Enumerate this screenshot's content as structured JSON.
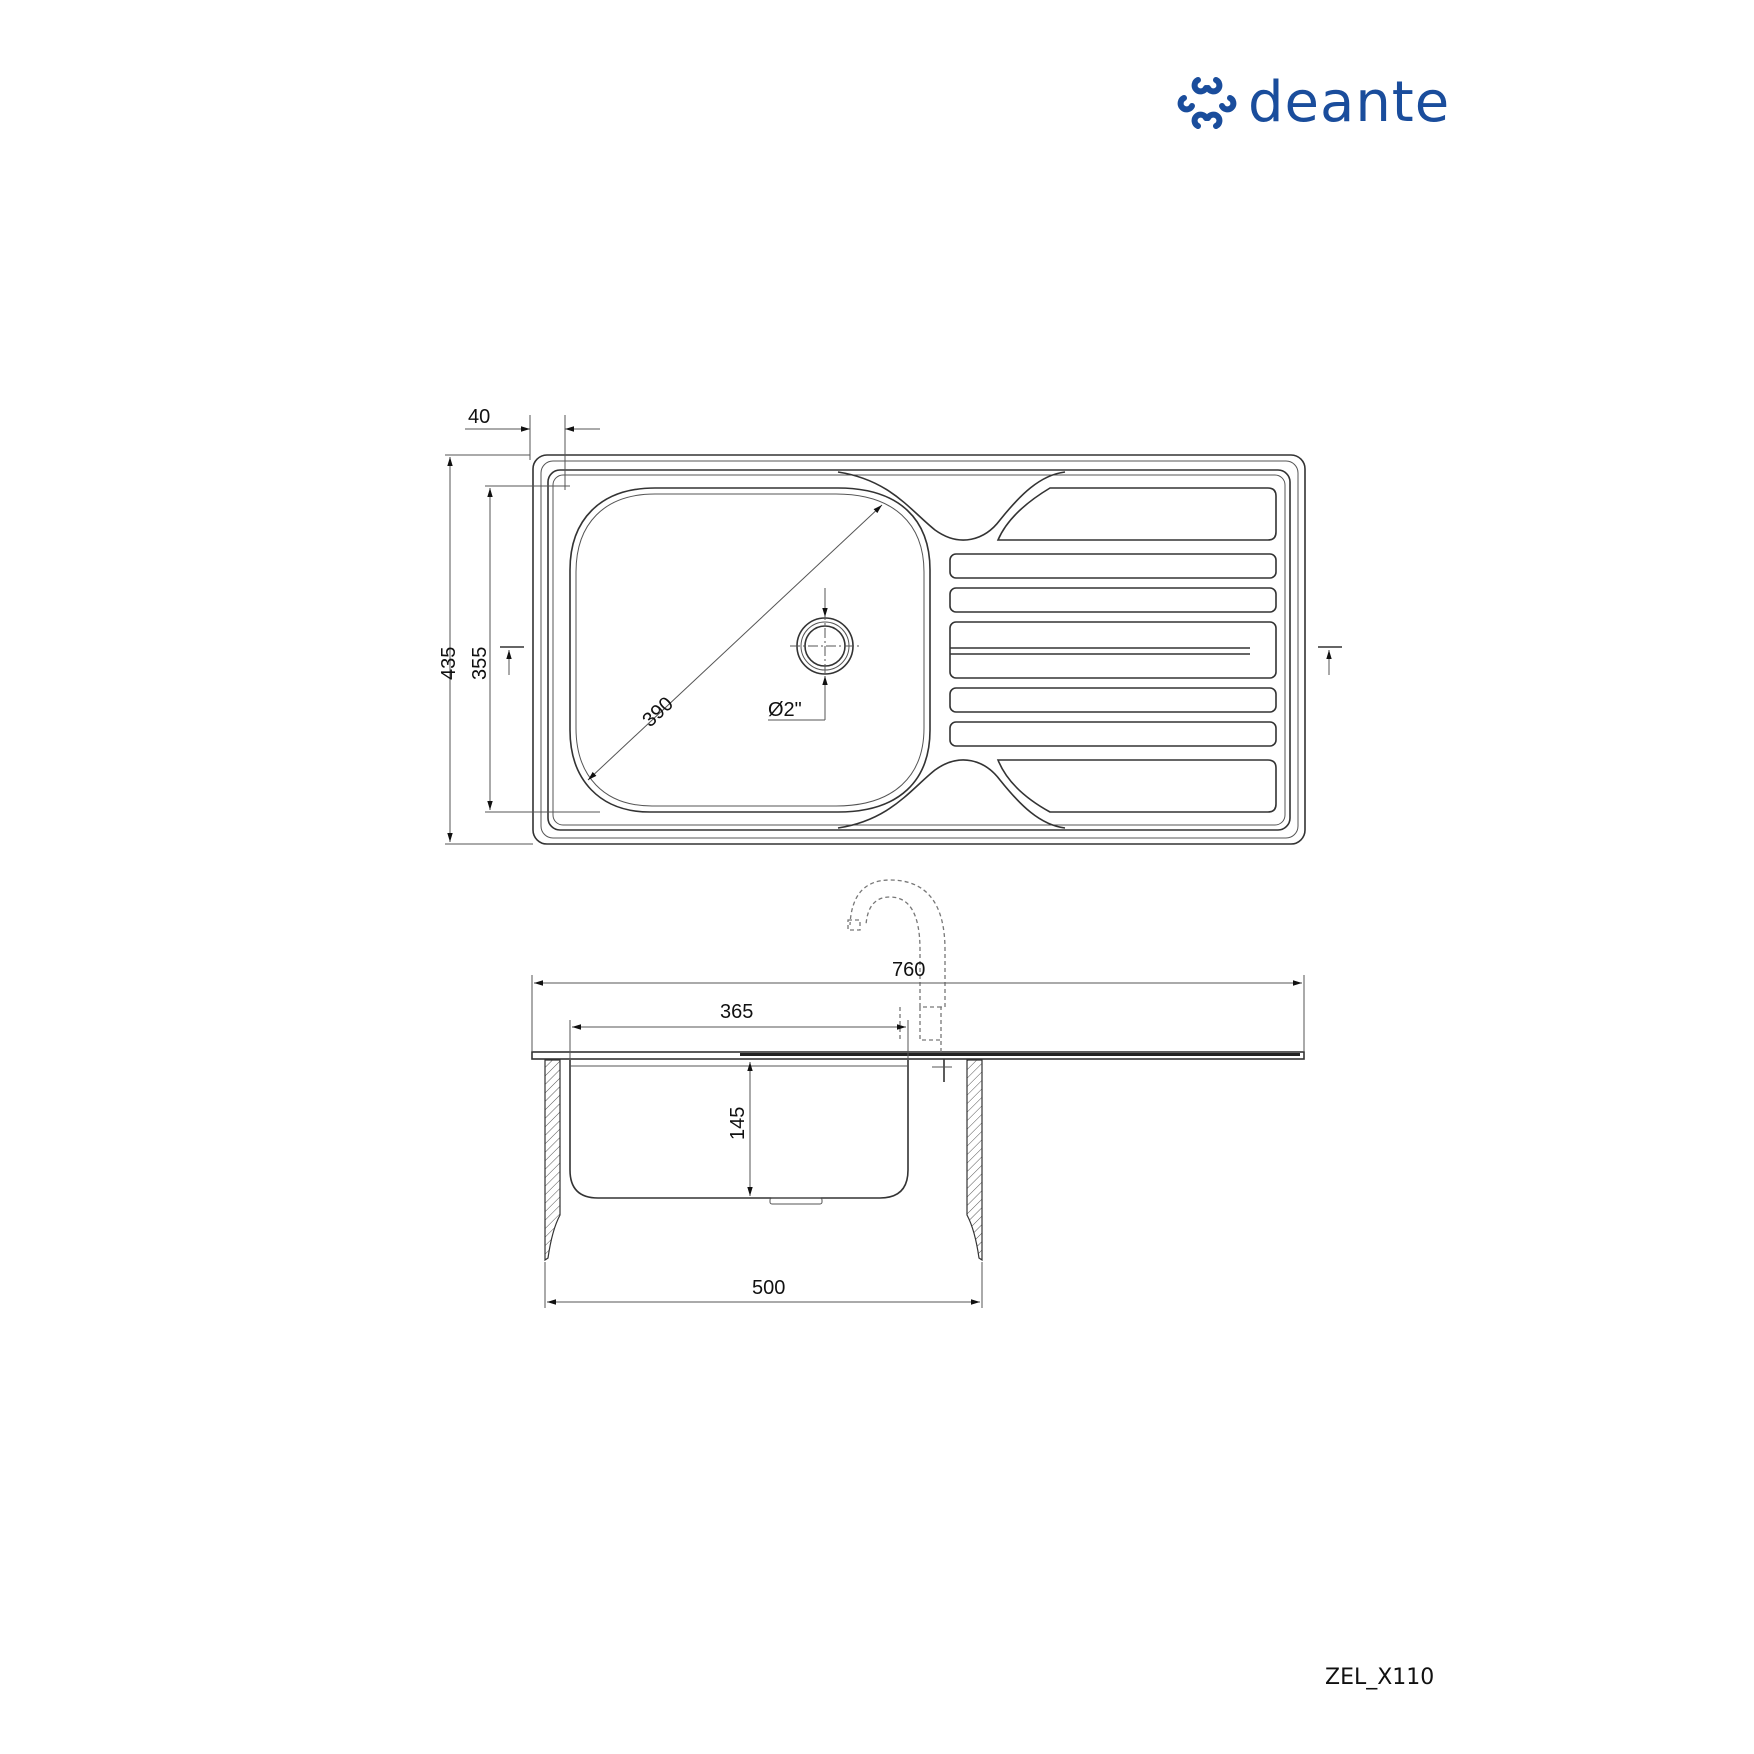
{
  "brand": {
    "name": "deante",
    "color": "#1a4d9c",
    "icon": "deante-logo-icon"
  },
  "product_code": "ZEL_X110",
  "top_view": {
    "dimensions": {
      "flange_offset": "40",
      "overall_depth": "435",
      "bowl_depth": "355",
      "bowl_diagonal": "390",
      "drain_diameter": "Ø2\""
    },
    "drainboard_ribs": 7
  },
  "side_view": {
    "dimensions": {
      "overall_length": "760",
      "bowl_length": "365",
      "bowl_height": "145",
      "cabinet_width": "500"
    },
    "faucet": "dashed-faucet-outline"
  },
  "colors": {
    "line": "#333333",
    "background": "#ffffff"
  }
}
